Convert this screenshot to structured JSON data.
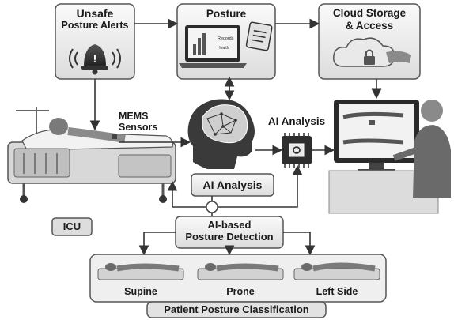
{
  "nodes": {
    "unsafe_alerts": {
      "line1": "Unsafe",
      "line2": "Posture Alerts"
    },
    "posture": {
      "title": "Posture",
      "chart_label_1": "Records",
      "chart_label_2": "Health"
    },
    "cloud": {
      "line1": "Cloud Storage",
      "line2": "& Access"
    },
    "mems": {
      "line1": "MEMS",
      "line2": "Sensors"
    },
    "icu": {
      "label": "ICU"
    },
    "ai_analysis_top": {
      "label": "AI Analysis"
    },
    "ai_analysis_box": {
      "label": "AI Analysis"
    },
    "detection": {
      "line1": "AI-based",
      "line2": "Posture Detection"
    },
    "classification": {
      "title": "Patient Posture Classification",
      "poses": [
        "Supine",
        "Prone",
        "Left Side"
      ]
    }
  },
  "colors": {
    "ink": "#1a1a1a",
    "stroke": "#444444",
    "box_fill": "#eeeeee",
    "shade": "#9a9a9a"
  },
  "icons": [
    "alarm-bell-icon",
    "laptop-chart-icon",
    "clipboard-icon",
    "cloud-lock-icon",
    "brain-circuit-icon",
    "ai-chip-icon",
    "monitor-icon",
    "doctor-icon",
    "hospital-bed-icon"
  ]
}
